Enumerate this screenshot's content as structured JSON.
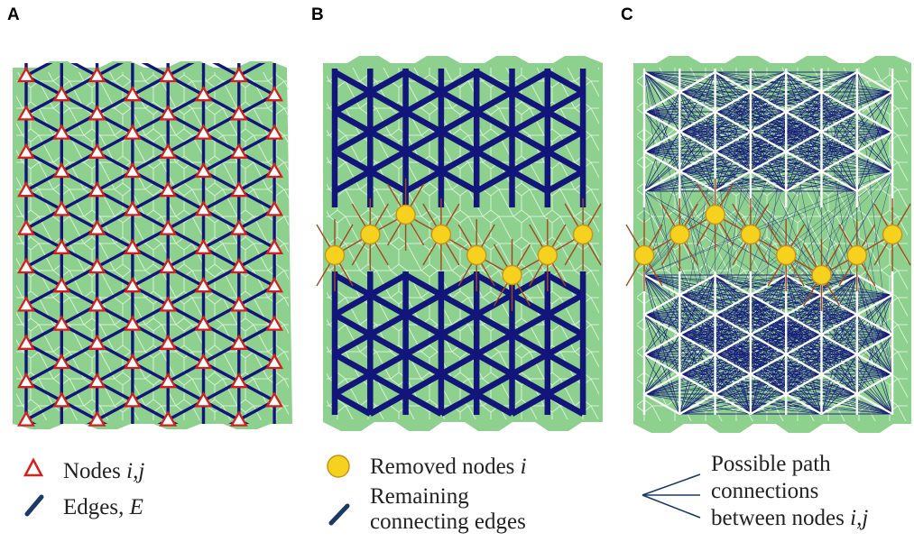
{
  "colors": {
    "tissue_fill": "#8ed08e",
    "tissue_edge": "#5cb85c",
    "cell_border": "#d6f0d6",
    "edge_navy": "#12157a",
    "node_stroke": "#d42020",
    "node_fill": "#ffffff",
    "removed_fill": "#f6d21e",
    "removed_stroke": "#c8931a",
    "brown_edge": "#a24a1c",
    "path_white": "#ffffff"
  },
  "panels": [
    {
      "letter": "A",
      "legend": [
        {
          "icon": "triangle-node-icon",
          "text": "Nodes ",
          "italic": "i,j"
        },
        {
          "icon": "edge-bar-icon",
          "text": "Edges, ",
          "italic": "E"
        }
      ]
    },
    {
      "letter": "B",
      "legend": [
        {
          "icon": "removed-node-icon",
          "text": "Removed nodes ",
          "italic": "i"
        },
        {
          "icon": "edge-bar-icon",
          "text": "Remaining",
          "text2": "connecting edges"
        }
      ]
    },
    {
      "letter": "C",
      "legend": [
        {
          "icon": "path-fan-icon",
          "lines": [
            "Possible path",
            "connections",
            "between nodes "
          ],
          "italic": "i,j"
        }
      ]
    }
  ]
}
